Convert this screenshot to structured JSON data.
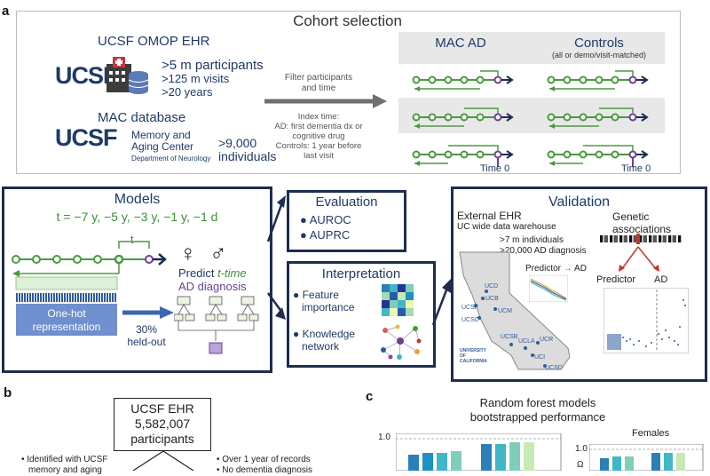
{
  "panels": {
    "a": "a",
    "b": "b",
    "c": "c"
  },
  "cohort": {
    "title": "Cohort selection",
    "ehr_title": "UCSF OMOP EHR",
    "ucsf_logo": "UCSF",
    "ehr_stats": [
      ">5 m participants",
      ">125 m visits",
      ">20 years"
    ],
    "mac_title": "MAC database",
    "mac_name_1": "Memory and",
    "mac_name_2": "Aging Center",
    "mac_dept": "Department of Neurology",
    "mac_count_1": ">9,000",
    "mac_count_2": "individuals",
    "filter_label_1": "Filter participants",
    "filter_label_2": "and time",
    "index_lines": [
      "Index time:",
      "AD: first dementia dx or",
      "cognitive drug",
      "Controls: 1 year before",
      "last visit"
    ],
    "mac_ad_header": "MAC AD",
    "controls_header": "Controls",
    "controls_sub": "(all or demo/visit-matched)",
    "time0_a": "Time 0",
    "time0_b": "Time 0"
  },
  "models": {
    "title": "Models",
    "times": "t = −7 y, −5 y, −3 y, −1 y, −1 d",
    "t_label": "t",
    "predict_1": "Predict",
    "predict_t": "t-time",
    "predict_3": "AD diagnosis",
    "onehot_1": "One-hot",
    "onehot_2": "representation",
    "heldout_1": "30%",
    "heldout_2": "held-out",
    "female_symbol": "♀",
    "male_symbol": "♂"
  },
  "evaluation": {
    "title": "Evaluation",
    "items": [
      "AUROC",
      "AUPRC"
    ]
  },
  "interpretation": {
    "title": "Interpretation",
    "item1_a": "Feature",
    "item1_b": "importance",
    "item2_a": "Knowledge",
    "item2_b": "network"
  },
  "validation": {
    "title": "Validation",
    "ext_title": "External EHR",
    "ext_sub": "UC wide data warehouse",
    "ext_stats": [
      ">7 m individuals",
      ">20,000 AD diagnosis"
    ],
    "predictor_label": "Predictor",
    "ad_label": "AD",
    "genetic_title": "Genetic associations",
    "gen_predictor": "Predictor",
    "gen_ad": "AD",
    "campus_labels": [
      "UCD",
      "UCSF",
      "UCSC",
      "UCM",
      "UCB",
      "UCSB",
      "UCLA",
      "UCR",
      "UCI",
      "UCSD"
    ],
    "uc_logo": [
      "UNIVERSITY",
      "OF",
      "CALIFORNIA"
    ]
  },
  "panel_b": {
    "box_line1": "UCSF EHR",
    "box_line2": "5,582,007",
    "box_line3": "participants",
    "left_note_1": "• Identified with UCSF",
    "left_note_2": "memory and aging",
    "right_note_1": "• Over 1 year of records",
    "right_note_2": "• No dementia diagnosis"
  },
  "panel_c": {
    "title_1": "Random forest models",
    "title_2": "bootstrapped performance",
    "tick_left": "1.0",
    "tick_right": "1.0",
    "females_label": "Females",
    "ylabel_fragment": "Ω"
  },
  "colors": {
    "navy": "#1e2d4f",
    "green": "#4a9a3f",
    "purple": "#6b3f98",
    "blue": "#2f5b9a"
  }
}
